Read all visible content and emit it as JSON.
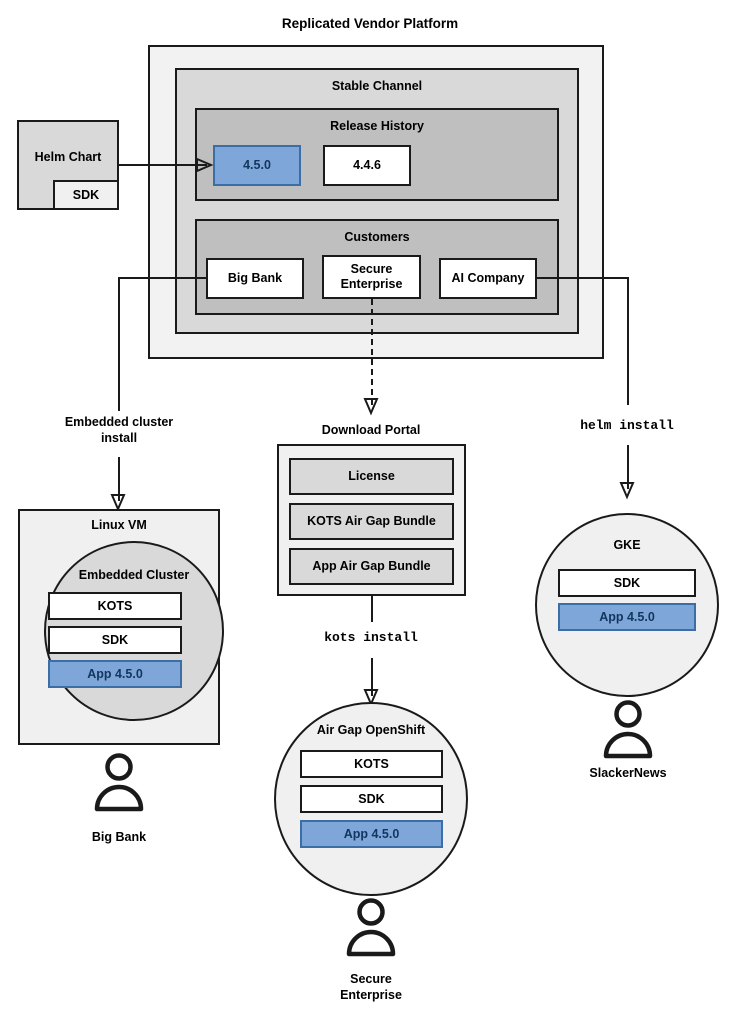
{
  "diagram": {
    "title": "Replicated Vendor Platform",
    "type": "architecture-flow"
  },
  "platform": {
    "title": "Replicated Vendor Platform",
    "channel": {
      "title": "Stable Channel",
      "release_history": {
        "title": "Release History",
        "releases": [
          {
            "version": "4.5.0",
            "state": "highlighted"
          },
          {
            "version": "4.4.6",
            "state": "normal"
          }
        ]
      },
      "customers": {
        "title": "Customers",
        "items": [
          {
            "name": "Big Bank"
          },
          {
            "name": "Secure\nEnterprise"
          },
          {
            "name": "AI Company"
          }
        ]
      }
    }
  },
  "source": {
    "helm_chart": "Helm Chart",
    "sdk": "SDK"
  },
  "flows": {
    "embedded_cluster_install": "Embedded cluster\ninstall",
    "helm_install": "helm install",
    "kots_install": "kots install"
  },
  "download_portal": {
    "title": "Download Portal",
    "artifacts": [
      "License",
      "KOTS Air Gap Bundle",
      "App Air Gap Bundle"
    ]
  },
  "targets": [
    {
      "id": "linux-vm",
      "host_label": "Linux VM",
      "cluster_label": "Embedded Cluster",
      "components": [
        {
          "label": "KOTS",
          "state": "normal"
        },
        {
          "label": "SDK",
          "state": "normal"
        },
        {
          "label": "App 4.5.0",
          "state": "highlighted"
        }
      ],
      "actor": "Big Bank"
    },
    {
      "id": "air-gap-openshift",
      "host_label": "Air Gap OpenShift",
      "components": [
        {
          "label": "KOTS",
          "state": "normal"
        },
        {
          "label": "SDK",
          "state": "normal"
        },
        {
          "label": "App 4.5.0",
          "state": "highlighted"
        }
      ],
      "actor": "Secure\nEnterprise"
    },
    {
      "id": "gke",
      "host_label": "GKE",
      "components": [
        {
          "label": "SDK",
          "state": "normal"
        },
        {
          "label": "App 4.5.0",
          "state": "highlighted"
        }
      ],
      "actor": "SlackerNews"
    }
  ],
  "colors": {
    "highlight_fill": "#7ea6d9",
    "highlight_border": "#3a6ea5",
    "highlight_text": "#12365e",
    "outer_fill": "#f2f2f2",
    "mid_fill": "#d9d9d9",
    "inner_fill": "#bfbfbf",
    "stroke": "#1a1a1a",
    "white": "#ffffff"
  }
}
